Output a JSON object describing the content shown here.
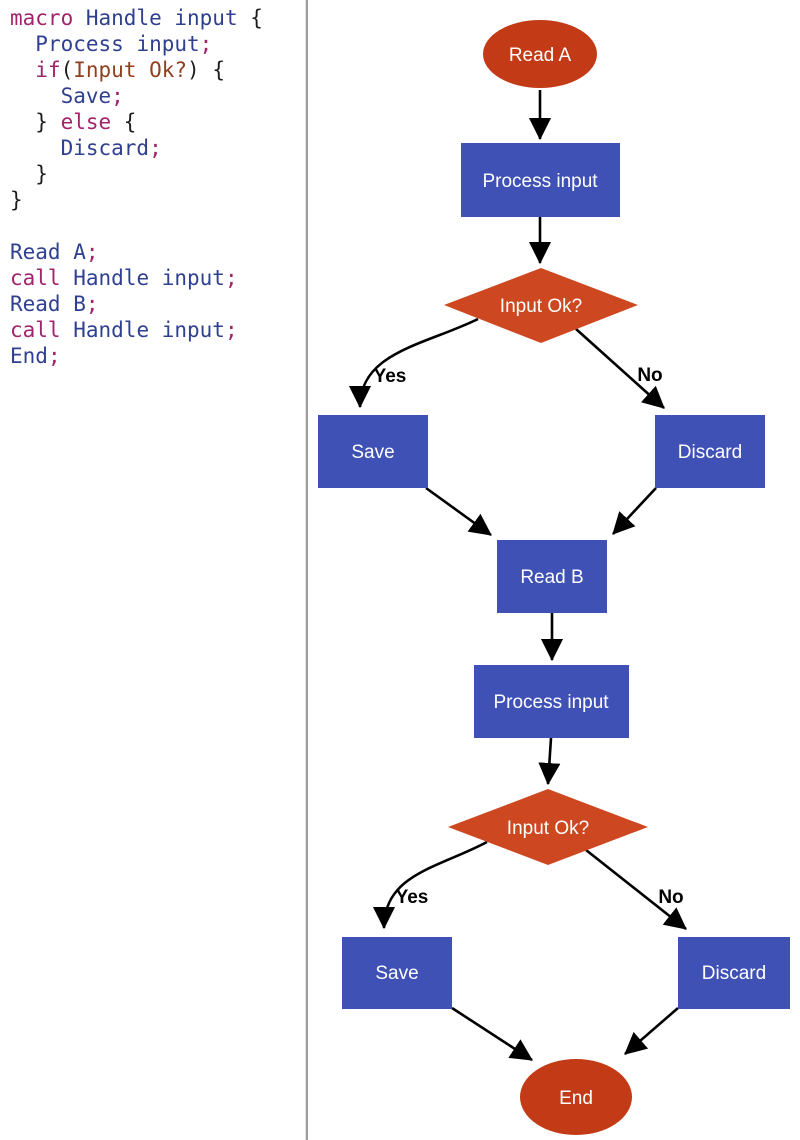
{
  "code": {
    "lines": [
      [
        [
          "macro",
          "kw"
        ],
        [
          " ",
          "pu"
        ],
        [
          "Handle input",
          "id"
        ],
        [
          " ",
          "pu"
        ],
        [
          "{",
          "pu"
        ]
      ],
      [
        [
          "  ",
          "pu"
        ],
        [
          "Process input",
          "id"
        ],
        [
          ";",
          "kw"
        ]
      ],
      [
        [
          "  ",
          "pu"
        ],
        [
          "if",
          "kw"
        ],
        [
          "(",
          "pu"
        ],
        [
          "Input Ok?",
          "cond"
        ],
        [
          ")",
          "pu"
        ],
        [
          " {",
          "pu"
        ]
      ],
      [
        [
          "    ",
          "pu"
        ],
        [
          "Save",
          "id"
        ],
        [
          ";",
          "kw"
        ]
      ],
      [
        [
          "  } ",
          "pu"
        ],
        [
          "else",
          "kw"
        ],
        [
          " {",
          "pu"
        ]
      ],
      [
        [
          "    ",
          "pu"
        ],
        [
          "Discard",
          "id"
        ],
        [
          ";",
          "kw"
        ]
      ],
      [
        [
          "  }",
          "pu"
        ]
      ],
      [
        [
          "}",
          "pu"
        ]
      ],
      [],
      [
        [
          "Read A",
          "id"
        ],
        [
          ";",
          "kw"
        ]
      ],
      [
        [
          "call",
          "kw"
        ],
        [
          " ",
          "pu"
        ],
        [
          "Handle input",
          "id"
        ],
        [
          ";",
          "kw"
        ]
      ],
      [
        [
          "Read B",
          "id"
        ],
        [
          ";",
          "kw"
        ]
      ],
      [
        [
          "call",
          "kw"
        ],
        [
          " ",
          "pu"
        ],
        [
          "Handle input",
          "id"
        ],
        [
          ";",
          "kw"
        ]
      ],
      [
        [
          "End",
          "id"
        ],
        [
          ";",
          "kw"
        ]
      ]
    ],
    "token_colors": {
      "keyword": "#a1246b",
      "identifier": "#304090",
      "condition": "#90401f",
      "punctuation": "#1d1d1d"
    }
  },
  "flowchart": {
    "colors": {
      "terminal": "#c23a16",
      "process": "#3f51b5",
      "decision": "#cd4720",
      "node_text": "#ffffff",
      "edge": "#000000",
      "edge_label": "#000000"
    },
    "nodes": {
      "start": {
        "label": "Read A",
        "type": "terminal"
      },
      "process1": {
        "label": "Process input",
        "type": "process"
      },
      "decision1": {
        "label": "Input Ok?",
        "type": "decision"
      },
      "save1": {
        "label": "Save",
        "type": "process"
      },
      "discard1": {
        "label": "Discard",
        "type": "process"
      },
      "read_b": {
        "label": "Read B",
        "type": "process"
      },
      "process2": {
        "label": "Process input",
        "type": "process"
      },
      "decision2": {
        "label": "Input Ok?",
        "type": "decision"
      },
      "save2": {
        "label": "Save",
        "type": "process"
      },
      "discard2": {
        "label": "Discard",
        "type": "process"
      },
      "end": {
        "label": "End",
        "type": "terminal"
      }
    },
    "edge_labels": {
      "yes1": "Yes",
      "no1": "No",
      "yes2": "Yes",
      "no2": "No"
    }
  }
}
